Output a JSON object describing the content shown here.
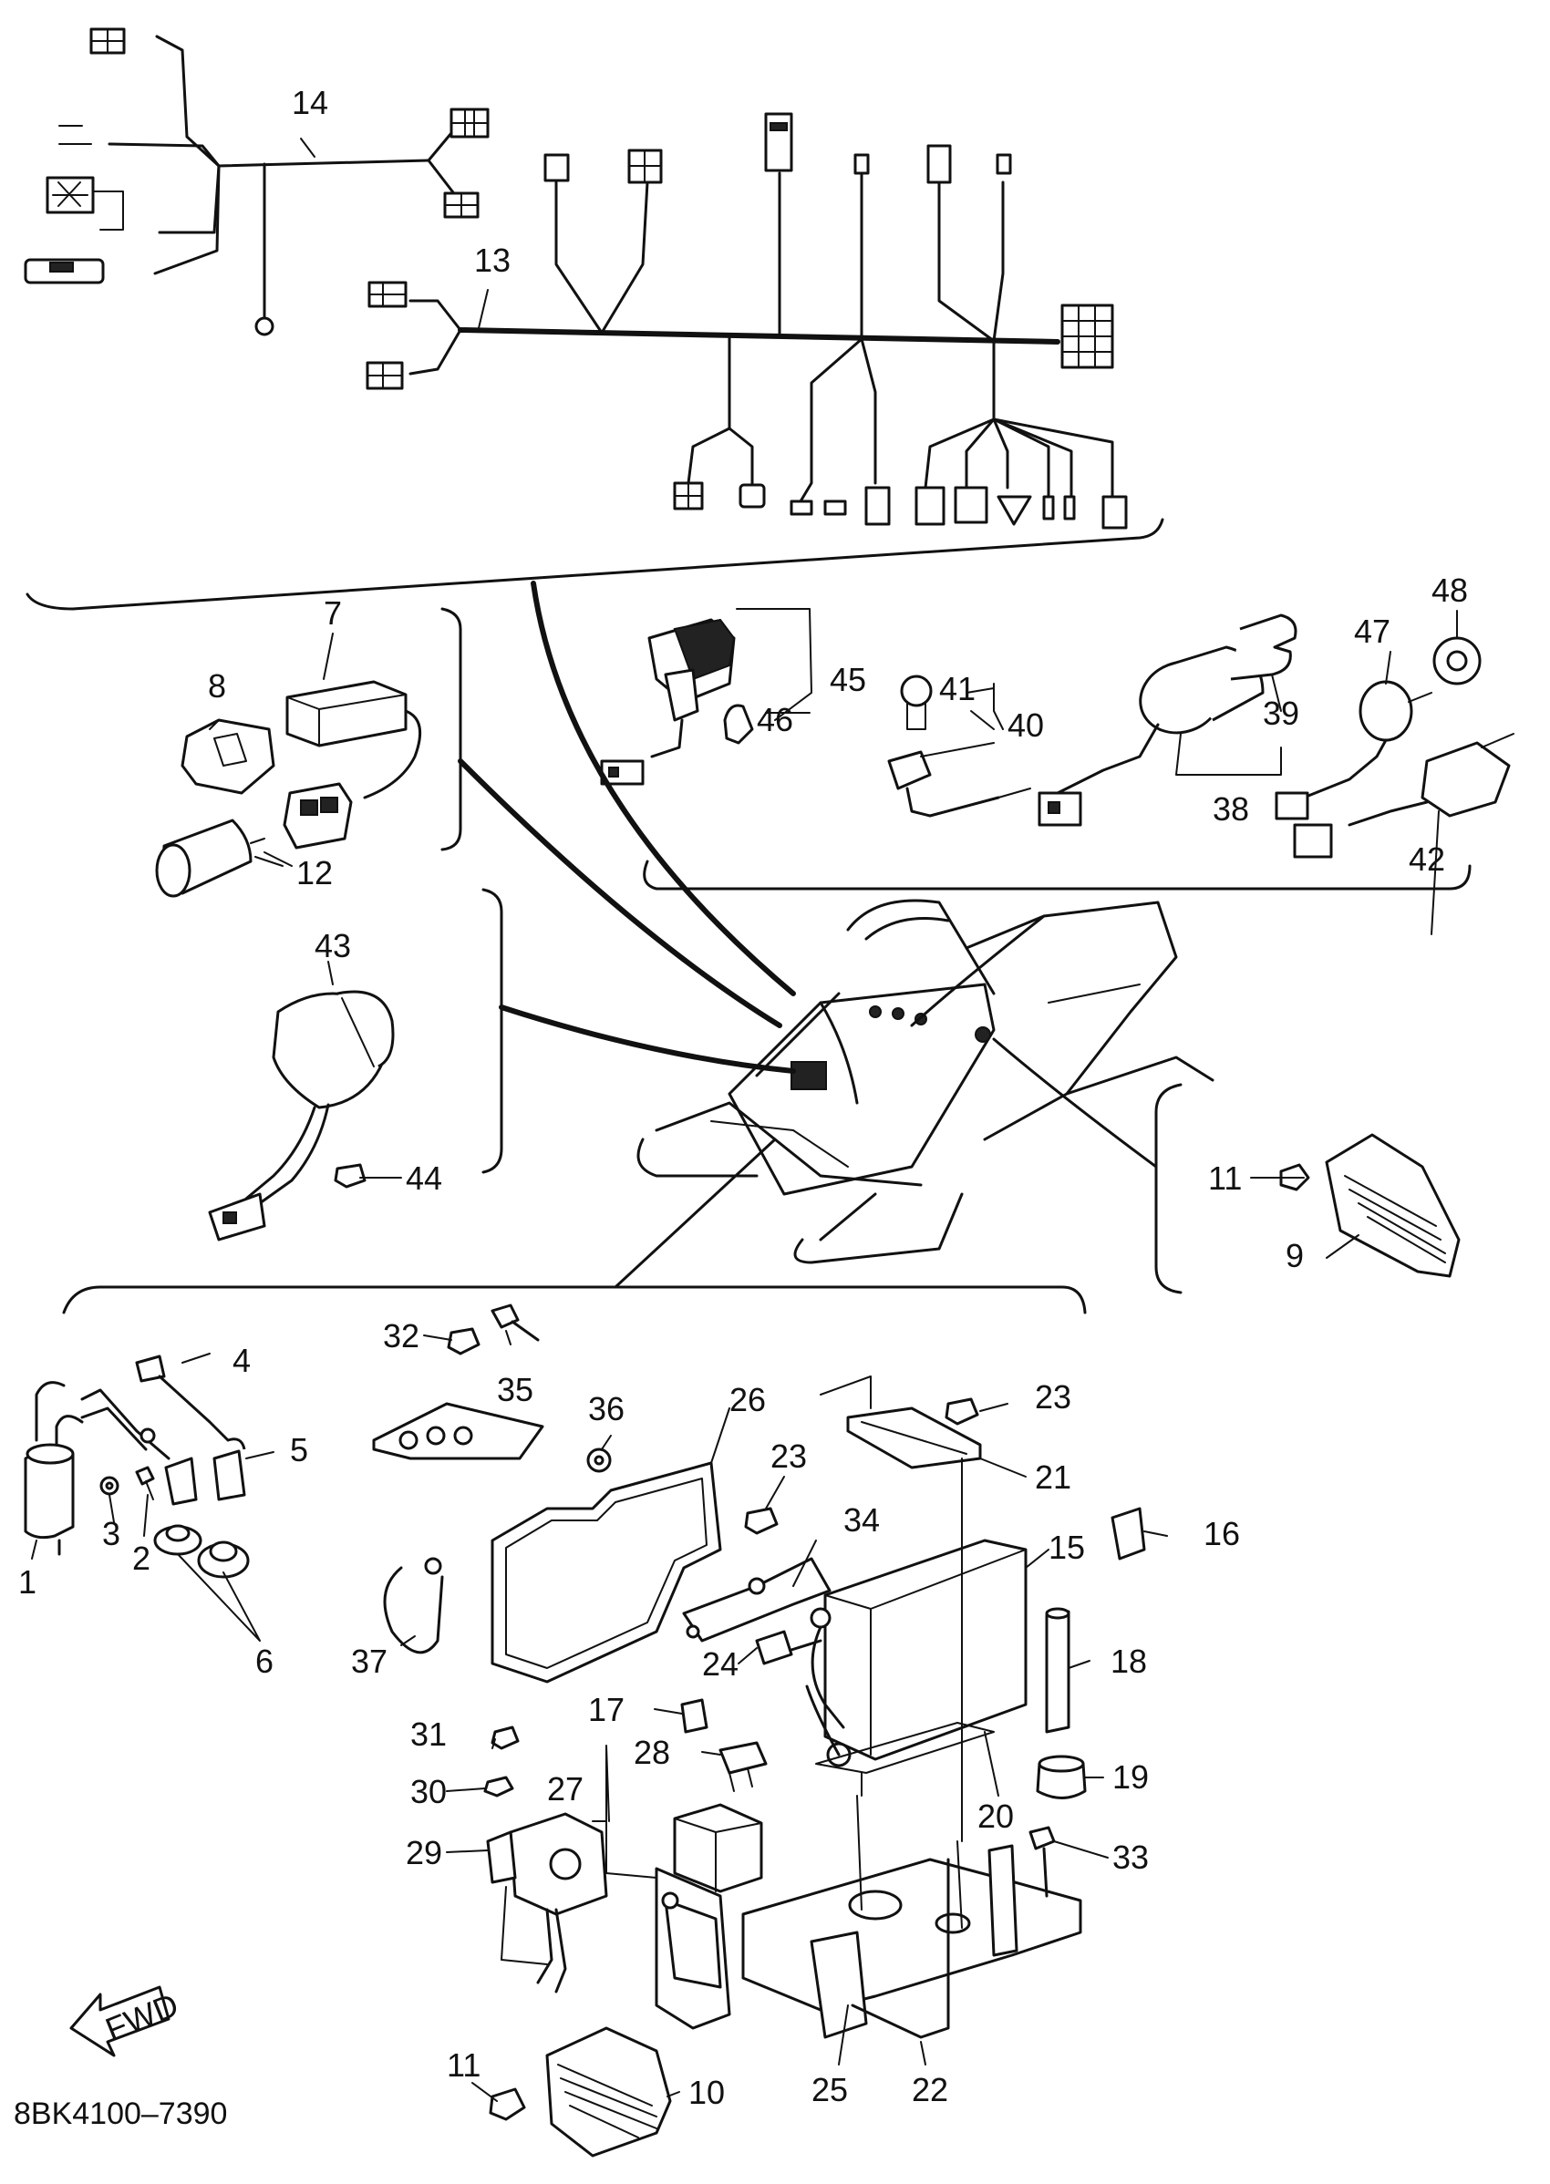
{
  "diagram": {
    "callouts": {
      "c1": "1",
      "c2": "2",
      "c3": "3",
      "c4": "4",
      "c5": "5",
      "c6": "6",
      "c7": "7",
      "c8": "8",
      "c9": "9",
      "c10": "10",
      "c11a": "11",
      "c11b": "11",
      "c12": "12",
      "c13": "13",
      "c14": "14",
      "c15": "15",
      "c16": "16",
      "c17": "17",
      "c18": "18",
      "c19": "19",
      "c20": "20",
      "c21": "21",
      "c22": "22",
      "c23a": "23",
      "c23b": "23",
      "c24": "24",
      "c25": "25",
      "c26": "26",
      "c27": "27",
      "c28": "28",
      "c29": "29",
      "c30": "30",
      "c31": "31",
      "c32": "32",
      "c33": "33",
      "c34": "34",
      "c35": "35",
      "c36": "36",
      "c37": "37",
      "c38": "38",
      "c39": "39",
      "c40": "40",
      "c41": "41",
      "c42": "42",
      "c43": "43",
      "c44": "44",
      "c45": "45",
      "c46": "46",
      "c47": "47",
      "c48": "48"
    },
    "fwd_arrow_text": "FWD",
    "drawing_code": "8BK4100–7390"
  }
}
